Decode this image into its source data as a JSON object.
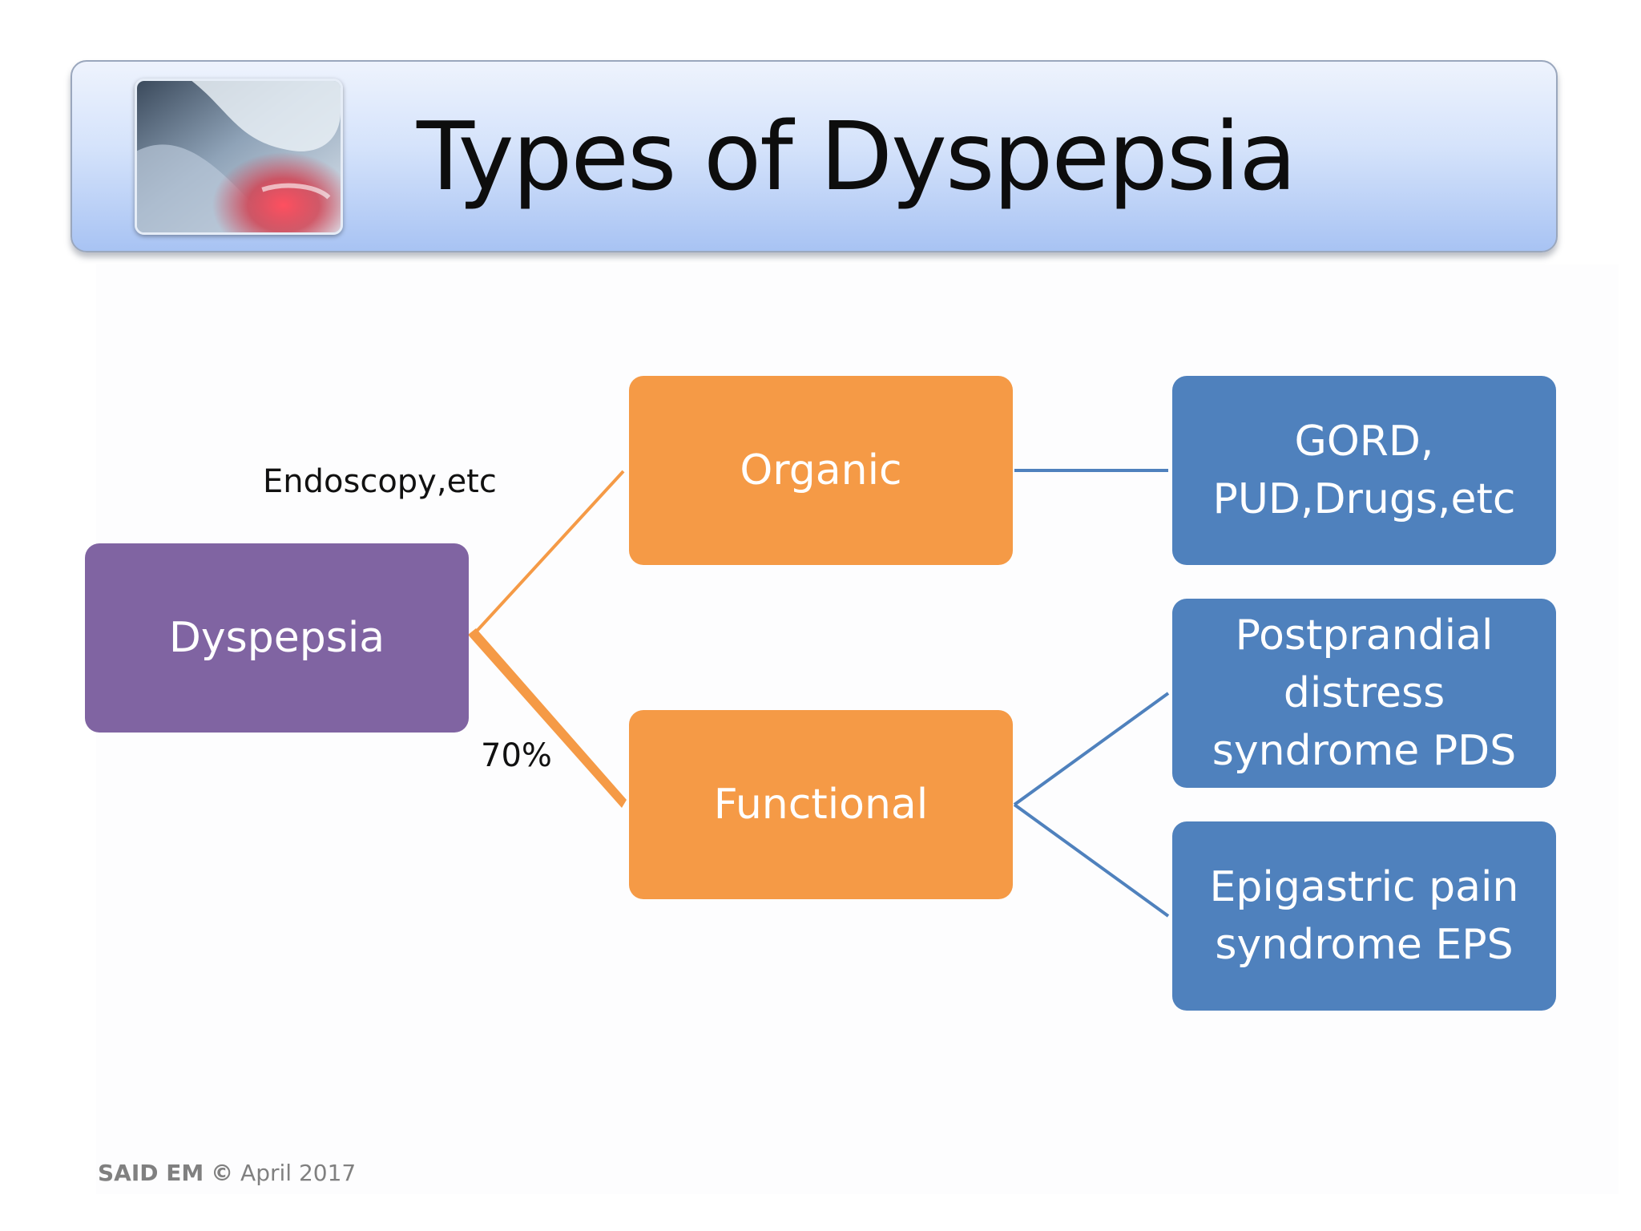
{
  "title": "Types of Dyspepsia",
  "diagram": {
    "root": {
      "label": "Dyspepsia"
    },
    "branches": [
      {
        "label": "Organic",
        "edge_label": "Endoscopy,etc",
        "children": [
          {
            "label": "GORD, PUD,Drugs,etc"
          }
        ]
      },
      {
        "label": "Functional",
        "edge_label": "70%",
        "children": [
          {
            "label": "Postprandial distress syndrome PDS"
          },
          {
            "label": "Epigastric pain syndrome EPS"
          }
        ]
      }
    ]
  },
  "footer": {
    "author": "SAID EM",
    "copyright_symbol": "©",
    "date": "April 2017"
  },
  "colors": {
    "root": "#8064a2",
    "branch": "#f59a46",
    "leaf": "#4f81bd",
    "title_bar": "#a8c3f3"
  }
}
